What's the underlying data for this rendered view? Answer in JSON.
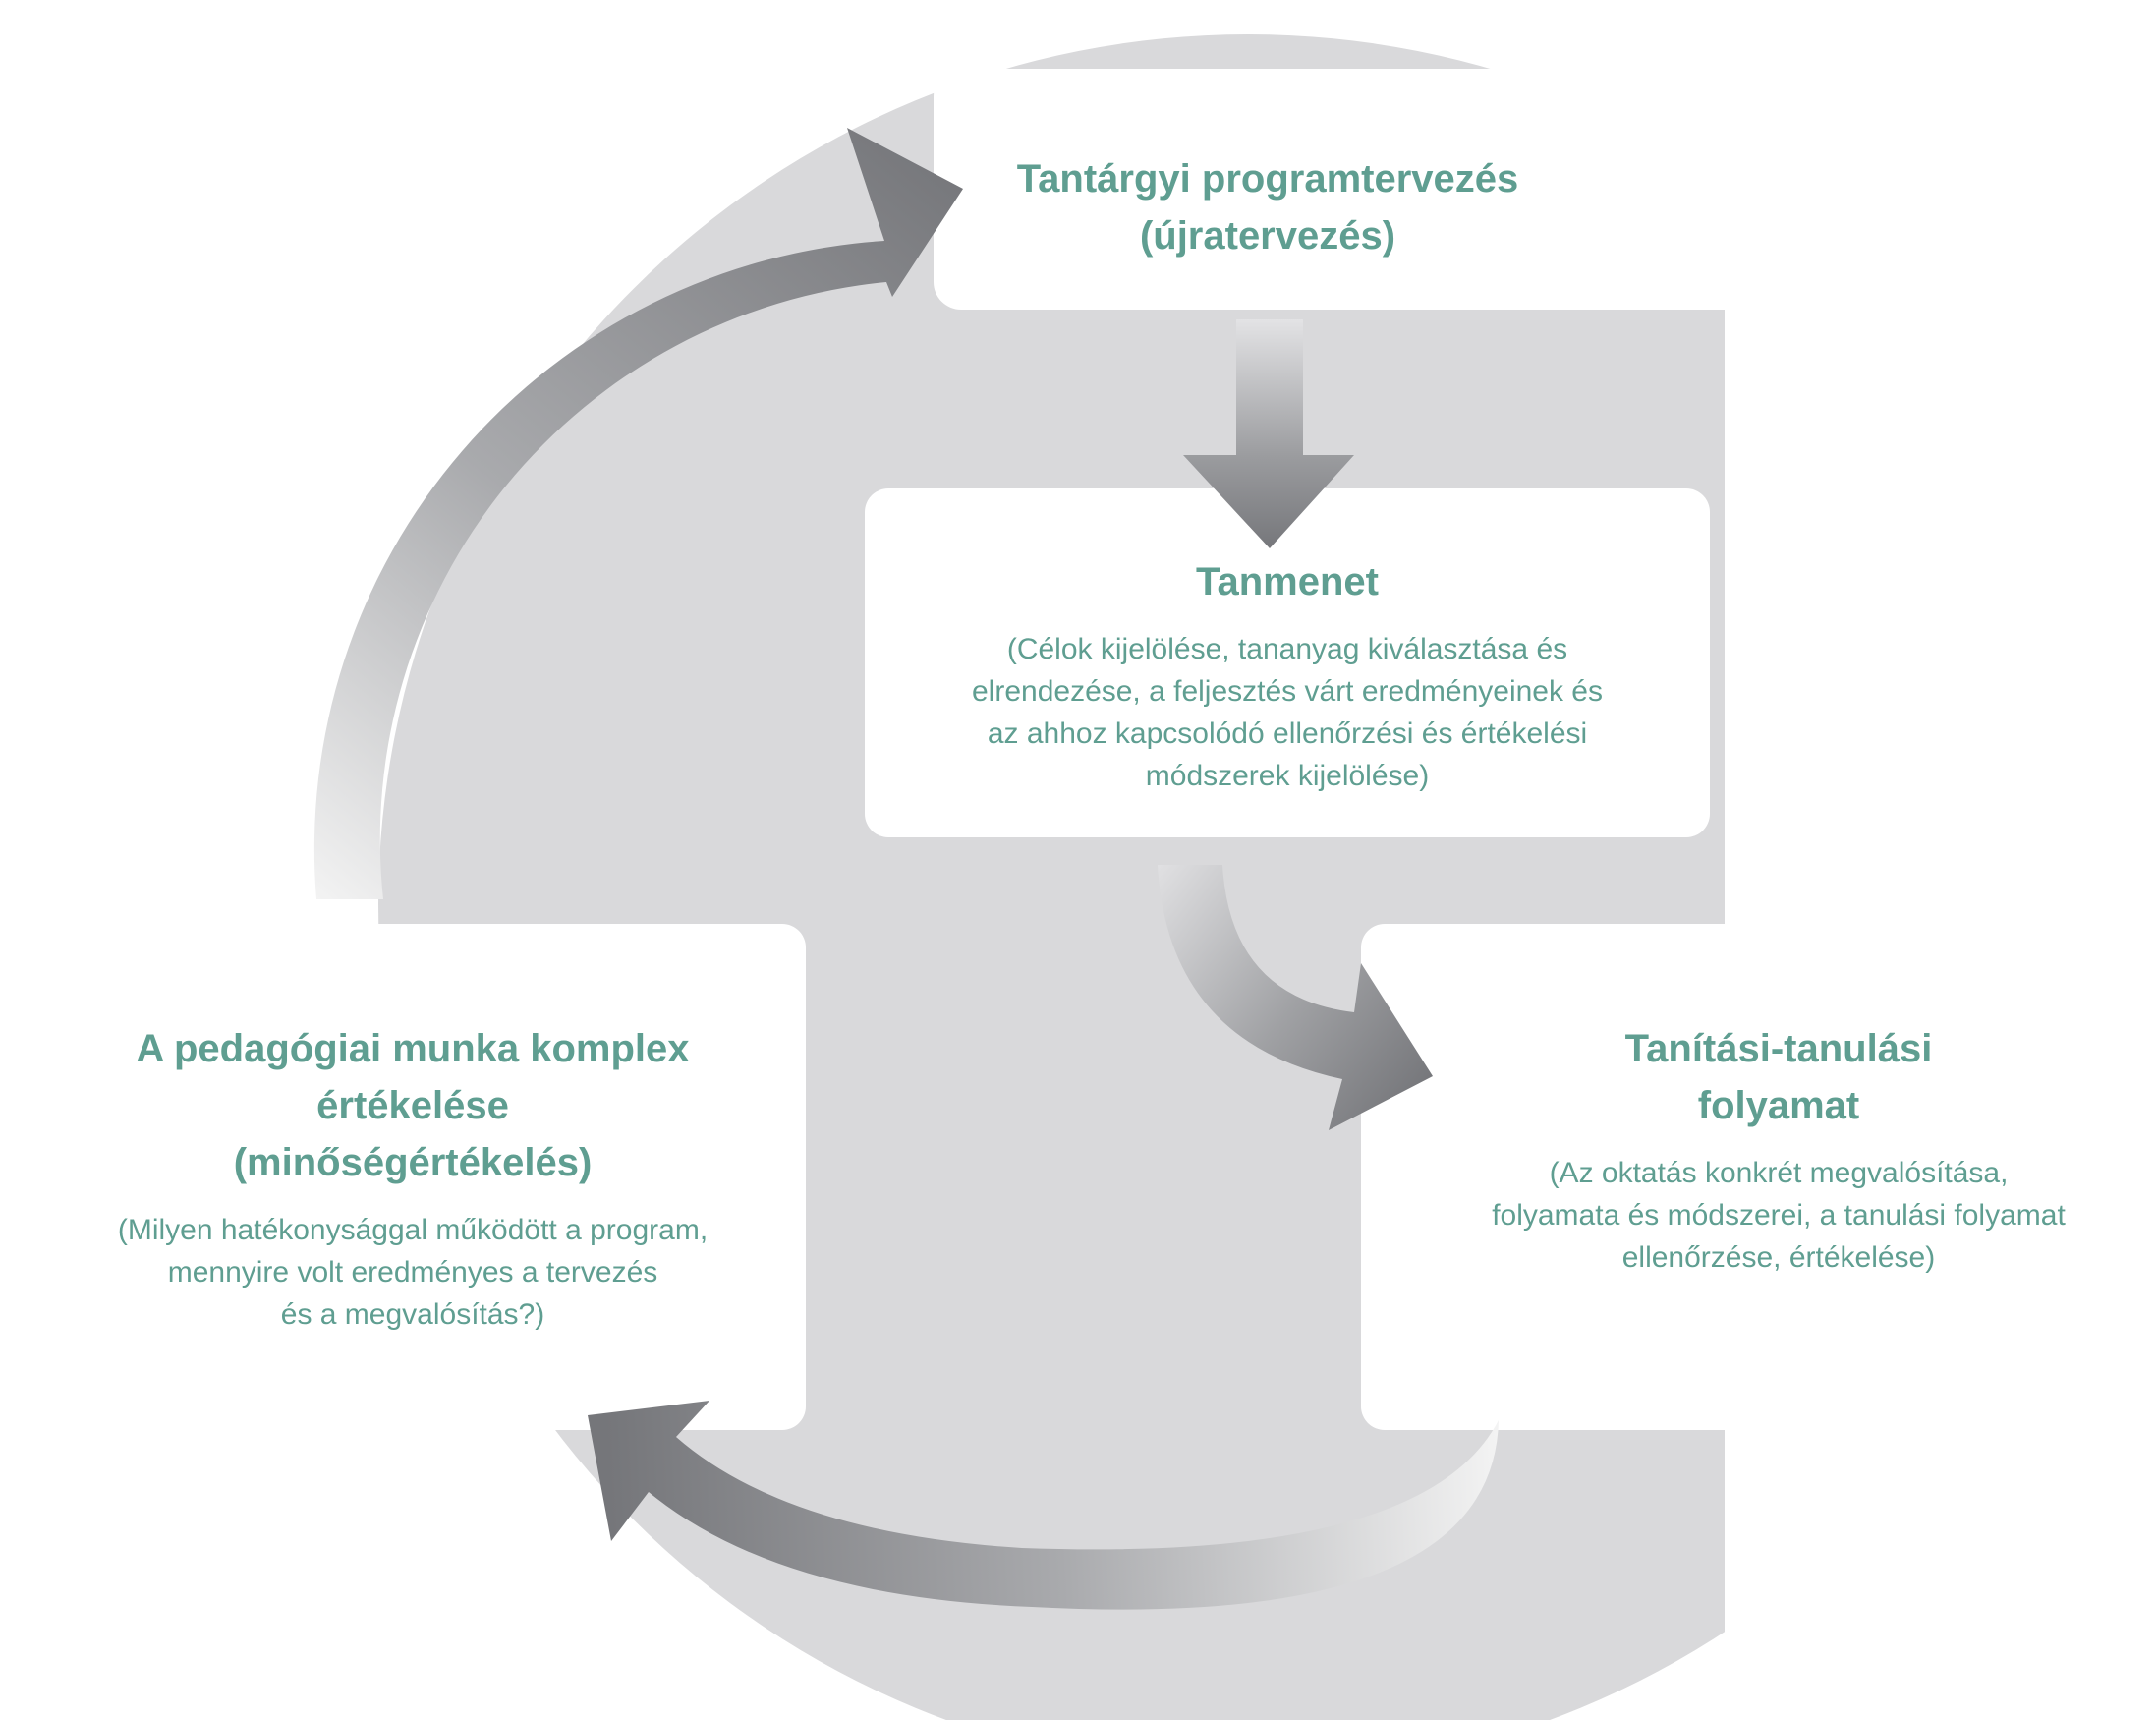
{
  "colors": {
    "text": "#5f9e91",
    "background_shape": "#d9d9db",
    "arrow_dark": "#76777b",
    "arrow_light": "#f2f2f2",
    "box": "#ffffff"
  },
  "nodes": {
    "planning": {
      "title_lines": [
        "Tantárgyi programtervezés",
        "(újratervezés)"
      ]
    },
    "syllabus": {
      "title": "Tanmenet",
      "desc_lines": [
        "(Célok kijelölése, tananyag kiválasztása és",
        "elrendezése, a feljesztés várt eredményeinek és",
        "az ahhoz kapcsolódó ellenőrzési és értékelési",
        "módszerek kijelölése)"
      ]
    },
    "teaching": {
      "title_lines": [
        "Tanítási-tanulási",
        "folyamat"
      ],
      "desc_lines": [
        "(Az oktatás konkrét megvalósítása,",
        "folyamata és módszerei, a tanulási folyamat",
        "ellenőrzése, értékelése)"
      ]
    },
    "evaluation": {
      "title_lines": [
        "A pedagógiai munka komplex",
        "értékelése",
        "(minőségértékelés)"
      ],
      "desc_lines": [
        "(Milyen hatékonysággal működött a program,",
        "mennyire volt eredményes a tervezés",
        "és a megvalósítás?)"
      ]
    }
  },
  "arrows": [
    {
      "from": "evaluation",
      "to": "planning"
    },
    {
      "from": "planning",
      "to": "syllabus"
    },
    {
      "from": "syllabus",
      "to": "teaching"
    },
    {
      "from": "teaching",
      "to": "evaluation"
    }
  ]
}
